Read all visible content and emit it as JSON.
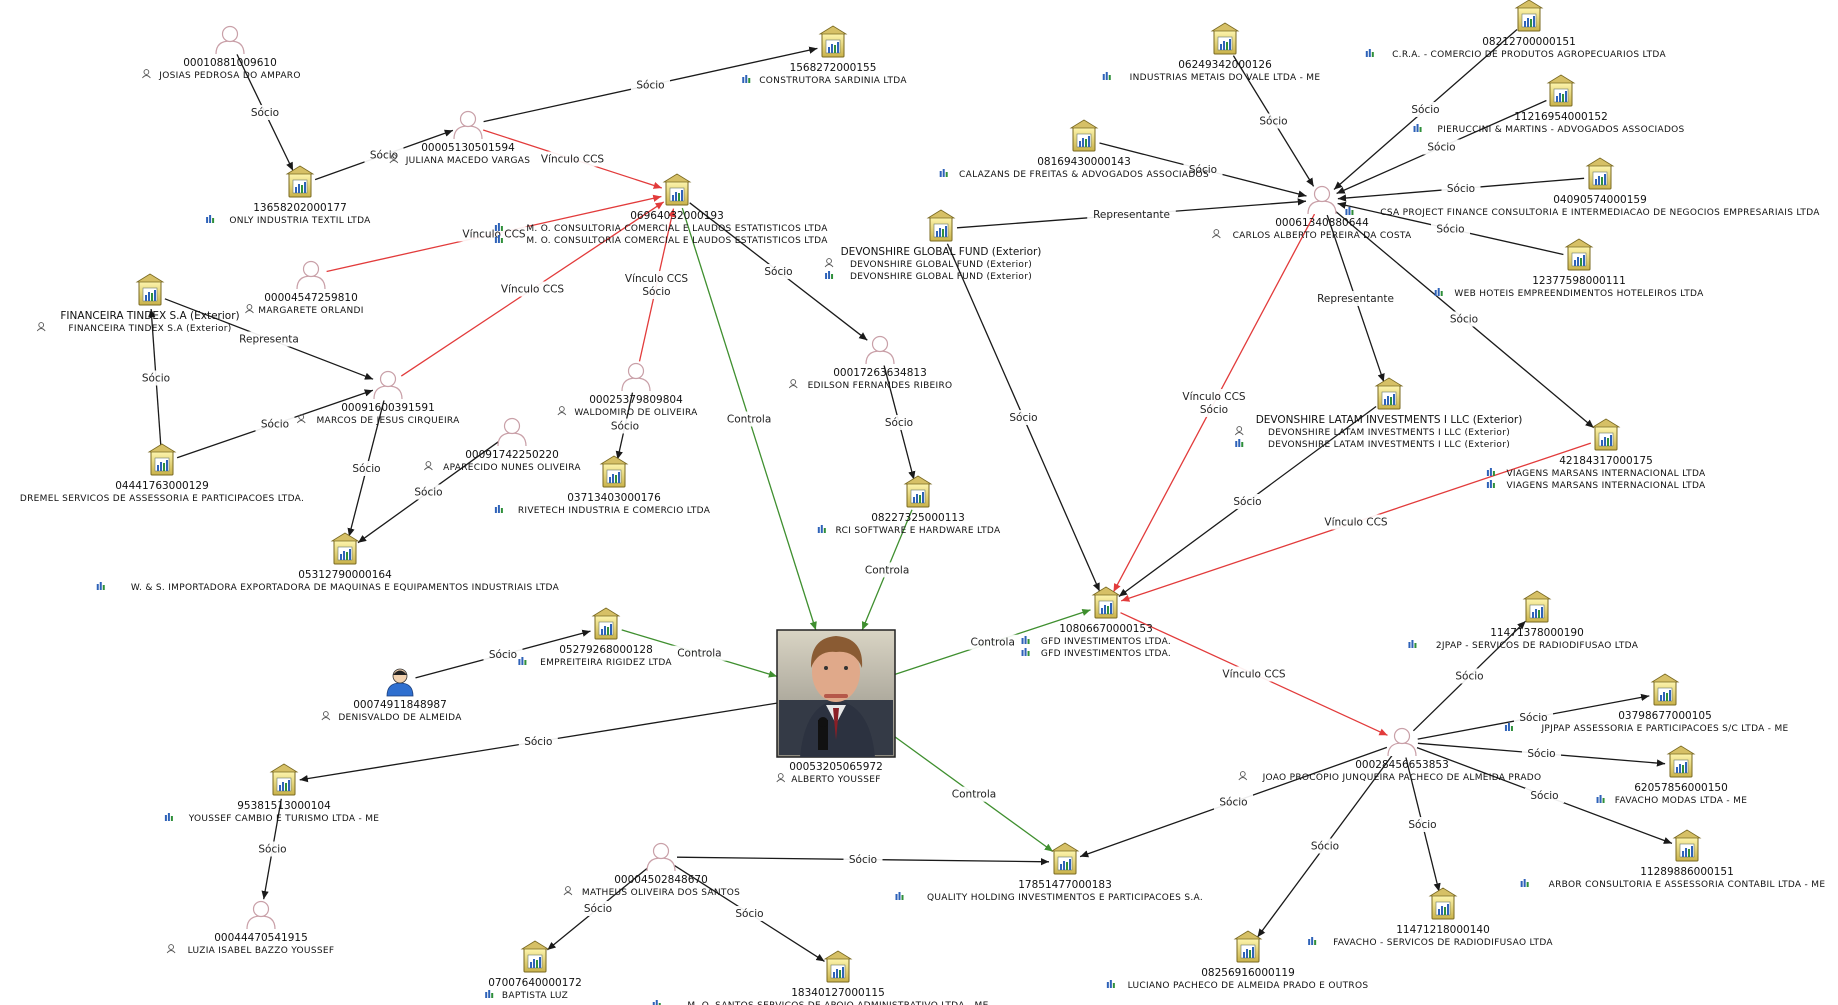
{
  "nodes": {
    "n1": {
      "kind": "person",
      "id": "00010881009610",
      "name": "JOSIAS PEDROSA DO AMPARO"
    },
    "n2": {
      "kind": "company",
      "id": "1568272000155",
      "name": "CONSTRUTORA SARDINIA LTDA"
    },
    "n3": {
      "kind": "person",
      "id": "00005130501594",
      "name": "JULIANA MACEDO VARGAS"
    },
    "n4": {
      "kind": "company",
      "id": "13658202000177",
      "name": "ONLY INDUSTRIA TEXTIL LTDA"
    },
    "n5": {
      "kind": "company",
      "id": "06964032000193",
      "name": "M. O. CONSULTORIA COMERCIAL E LAUDOS ESTATISTICOS LTDA",
      "name2": "M. O. CONSULTORIA COMERCIAL E LAUDOS ESTATISTICOS LTDA"
    },
    "n6": {
      "kind": "person",
      "id": "00004547259810",
      "name": "MARGARETE ORLANDI"
    },
    "n7": {
      "kind": "company",
      "title": "FINANCEIRA TINDEX S.A (Exterior)",
      "name": "FINANCEIRA TINDEX S.A (Exterior)"
    },
    "n8": {
      "kind": "person",
      "id": "00091600391591",
      "name": "MARCOS DE JESUS CIRQUEIRA"
    },
    "n9": {
      "kind": "company",
      "id": "04441763000129",
      "name": "DREMEL SERVICOS DE ASSESSORIA E PARTICIPACOES LTDA."
    },
    "n10": {
      "kind": "person",
      "id": "00091742250220",
      "name": "APARECIDO NUNES OLIVEIRA"
    },
    "n11": {
      "kind": "company",
      "id": "05312790000164",
      "name": "W. & S. IMPORTADORA EXPORTADORA DE MAQUINAS E EQUIPAMENTOS INDUSTRIAIS LTDA"
    },
    "n12": {
      "kind": "person",
      "id": "00025379809804",
      "name": "WALDOMIRO DE OLIVEIRA"
    },
    "n13": {
      "kind": "company",
      "id": "03713403000176",
      "name": "RIVETECH INDUSTRIA E COMERCIO LTDA"
    },
    "n14": {
      "kind": "person",
      "id": "00017263634813",
      "name": "EDILSON FERNANDES RIBEIRO"
    },
    "n15": {
      "kind": "company",
      "id": "08227325000113",
      "name": "RCI SOFTWARE E HARDWARE LTDA"
    },
    "n16": {
      "kind": "company",
      "id": "05279268000128",
      "name": "EMPREITEIRA RIGIDEZ LTDA"
    },
    "n17": {
      "kind": "person-blue",
      "id": "00074911848987",
      "name": "DENISVALDO DE ALMEIDA"
    },
    "n18": {
      "kind": "photo",
      "id": "00053205065972",
      "name": "ALBERTO YOUSSEF"
    },
    "n19": {
      "kind": "company",
      "id": "95381513000104",
      "name": "YOUSSEF CAMBIO E TURISMO LTDA - ME"
    },
    "n20": {
      "kind": "person",
      "id": "00044470541915",
      "name": "LUZIA ISABEL BAZZO YOUSSEF"
    },
    "n21": {
      "kind": "person",
      "id": "00004502848670",
      "name": "MATHEUS OLIVEIRA DOS SANTOS"
    },
    "n22": {
      "kind": "company",
      "id": "07007640000172",
      "name": "BAPTISTA LUZ"
    },
    "n23": {
      "kind": "company",
      "id": "18340127000115",
      "name": "M. O. SANTOS SERVICOS DE APOIO ADMINISTRATIVO LTDA - ME"
    },
    "n24": {
      "kind": "company",
      "id": "17851477000183",
      "name": "QUALITY HOLDING INVESTIMENTOS E PARTICIPACOES S.A."
    },
    "n25": {
      "kind": "company",
      "id": "10806670000153",
      "name": "GFD INVESTIMENTOS LTDA.",
      "name2": "GFD INVESTIMENTOS LTDA."
    },
    "n26": {
      "kind": "company",
      "id": "06249342000126",
      "name": "INDUSTRIAS METAIS DO VALE LTDA - ME"
    },
    "n27": {
      "kind": "company",
      "id": "08169430000143",
      "name": "CALAZANS DE FREITAS & ADVOGADOS ASSOCIADOS"
    },
    "n28": {
      "kind": "company",
      "title": "DEVONSHIRE GLOBAL FUND (Exterior)",
      "name": "DEVONSHIRE GLOBAL FUND (Exterior)",
      "name2": "DEVONSHIRE GLOBAL FUND (Exterior)"
    },
    "n29": {
      "kind": "person",
      "id": "00061340880644",
      "name": "CARLOS ALBERTO PEREIRA DA COSTA"
    },
    "n30": {
      "kind": "company",
      "id": "08212700000151",
      "name": "C.R.A. - COMERCIO DE PRODUTOS AGROPECUARIOS LTDA"
    },
    "n31": {
      "kind": "company",
      "id": "11216954000152",
      "name": "PIERUCCINI & MARTINS - ADVOGADOS ASSOCIADOS"
    },
    "n32": {
      "kind": "company",
      "id": "04090574000159",
      "name": "CSA PROJECT FINANCE CONSULTORIA E INTERMEDIACAO DE NEGOCIOS EMPRESARIAIS LTDA"
    },
    "n33": {
      "kind": "company",
      "id": "12377598000111",
      "name": "WEB HOTEIS EMPREENDIMENTOS HOTELEIROS LTDA"
    },
    "n34": {
      "kind": "company",
      "title": "DEVONSHIRE LATAM INVESTMENTS I LLC (Exterior)",
      "name": "DEVONSHIRE LATAM INVESTMENTS I LLC (Exterior)",
      "name2": "DEVONSHIRE LATAM INVESTMENTS I LLC (Exterior)"
    },
    "n35": {
      "kind": "company",
      "id": "42184317000175",
      "name": "VIAGENS MARSANS INTERNACIONAL LTDA",
      "name2": "VIAGENS MARSANS INTERNACIONAL LTDA"
    },
    "n36": {
      "kind": "person",
      "id": "00028456653853",
      "name": "JOAO PROCOPIO JUNQUEIRA PACHECO DE ALMEIDA PRADO"
    },
    "n37": {
      "kind": "company",
      "id": "11471378000190",
      "name": "2JPAP - SERVICOS DE RADIODIFUSAO LTDA"
    },
    "n38": {
      "kind": "company",
      "id": "03798677000105",
      "name": "JPJPAP ASSESSORIA E PARTICIPACOES S/C LTDA - ME"
    },
    "n39": {
      "kind": "company",
      "id": "62057856000150",
      "name": "FAVACHO MODAS LTDA - ME"
    },
    "n40": {
      "kind": "company",
      "id": "11289886000151",
      "name": "ARBOR CONSULTORIA E ASSESSORIA CONTABIL LTDA - ME"
    },
    "n41": {
      "kind": "company",
      "id": "11471218000140",
      "name": "FAVACHO - SERVICOS DE RADIODIFUSAO LTDA"
    },
    "n42": {
      "kind": "company",
      "id": "08256916000119",
      "name": "LUCIANO PACHECO DE ALMEIDA PRADO E OUTROS"
    }
  },
  "edges": [
    {
      "from": "n1",
      "to": "n4",
      "kind": "black",
      "label": "Sócio"
    },
    {
      "from": "n4",
      "to": "n3",
      "kind": "black",
      "label": "Sócio"
    },
    {
      "from": "n3",
      "to": "n2",
      "kind": "black",
      "label": "Sócio"
    },
    {
      "from": "n3",
      "to": "n5",
      "kind": "red",
      "label": "Vínculo CCS"
    },
    {
      "from": "n6",
      "to": "n5",
      "kind": "red",
      "label": "Vínculo CCS"
    },
    {
      "from": "n8",
      "to": "n5",
      "kind": "red",
      "label": "Vínculo CCS"
    },
    {
      "from": "n12",
      "to": "n5",
      "kind": "red",
      "label": "Vínculo CCS",
      "label2": "Sócio"
    },
    {
      "from": "n5",
      "to": "n14",
      "kind": "black",
      "label": "Sócio"
    },
    {
      "from": "n5",
      "to": "n18",
      "kind": "green",
      "label": "Controla"
    },
    {
      "from": "n7",
      "to": "n8",
      "kind": "black",
      "label": "Representa"
    },
    {
      "from": "n9",
      "to": "n7",
      "kind": "black",
      "label": "Sócio"
    },
    {
      "from": "n9",
      "to": "n8",
      "kind": "black",
      "label": "Sócio"
    },
    {
      "from": "n8",
      "to": "n11",
      "kind": "black",
      "label": "Sócio"
    },
    {
      "from": "n10",
      "to": "n11",
      "kind": "black",
      "label": "Sócio"
    },
    {
      "from": "n12",
      "to": "n13",
      "kind": "black",
      "label": "Sócio"
    },
    {
      "from": "n14",
      "to": "n15",
      "kind": "black",
      "label": "Sócio"
    },
    {
      "from": "n15",
      "to": "n18",
      "kind": "green",
      "label": "Controla"
    },
    {
      "from": "n16",
      "to": "n18",
      "kind": "green",
      "label": "Controla"
    },
    {
      "from": "n17",
      "to": "n16",
      "kind": "black",
      "label": "Sócio"
    },
    {
      "from": "n18",
      "to": "n25",
      "kind": "green",
      "label": "Controla"
    },
    {
      "from": "n18",
      "to": "n24",
      "kind": "green",
      "label": "Controla"
    },
    {
      "from": "n18",
      "to": "n19",
      "kind": "black",
      "label": "Sócio"
    },
    {
      "from": "n19",
      "to": "n20",
      "kind": "black",
      "label": "Sócio"
    },
    {
      "from": "n21",
      "to": "n24",
      "kind": "black",
      "label": "Sócio"
    },
    {
      "from": "n21",
      "to": "n22",
      "kind": "black",
      "label": "Sócio"
    },
    {
      "from": "n21",
      "to": "n23",
      "kind": "black",
      "label": "Sócio"
    },
    {
      "from": "n36",
      "to": "n24",
      "kind": "black",
      "label": "Sócio"
    },
    {
      "from": "n28",
      "to": "n25",
      "kind": "black",
      "label": "Sócio"
    },
    {
      "from": "n29",
      "to": "n25",
      "kind": "red",
      "label": "Vínculo CCS",
      "label2": "Sócio"
    },
    {
      "from": "n34",
      "to": "n25",
      "kind": "black",
      "label": "Sócio"
    },
    {
      "from": "n35",
      "to": "n25",
      "kind": "red",
      "label": "Vínculo CCS"
    },
    {
      "from": "n25",
      "to": "n36",
      "kind": "red",
      "label": "Vínculo CCS"
    },
    {
      "from": "n26",
      "to": "n29",
      "kind": "black",
      "label": "Sócio"
    },
    {
      "from": "n27",
      "to": "n29",
      "kind": "black",
      "label": "Sócio"
    },
    {
      "from": "n28",
      "to": "n29",
      "kind": "black",
      "label": "Representante"
    },
    {
      "from": "n30",
      "to": "n29",
      "kind": "black",
      "label": "Sócio"
    },
    {
      "from": "n31",
      "to": "n29",
      "kind": "black",
      "label": "Sócio"
    },
    {
      "from": "n32",
      "to": "n29",
      "kind": "black",
      "label": "Sócio"
    },
    {
      "from": "n33",
      "to": "n29",
      "kind": "black",
      "label": "Sócio"
    },
    {
      "from": "n29",
      "to": "n34",
      "kind": "black",
      "label": "Representante"
    },
    {
      "from": "n29",
      "to": "n35",
      "kind": "black",
      "label": "Sócio"
    },
    {
      "from": "n36",
      "to": "n37",
      "kind": "black",
      "label": "Sócio"
    },
    {
      "from": "n36",
      "to": "n38",
      "kind": "black",
      "label": "Sócio"
    },
    {
      "from": "n36",
      "to": "n39",
      "kind": "black",
      "label": "Sócio"
    },
    {
      "from": "n36",
      "to": "n40",
      "kind": "black",
      "label": "Sócio"
    },
    {
      "from": "n36",
      "to": "n41",
      "kind": "black",
      "label": "Sócio"
    },
    {
      "from": "n36",
      "to": "n42",
      "kind": "black",
      "label": "Sócio"
    }
  ],
  "colors": {
    "black": "#1a1a1a",
    "red": "#e23b3b",
    "green": "#3f8f2f"
  }
}
